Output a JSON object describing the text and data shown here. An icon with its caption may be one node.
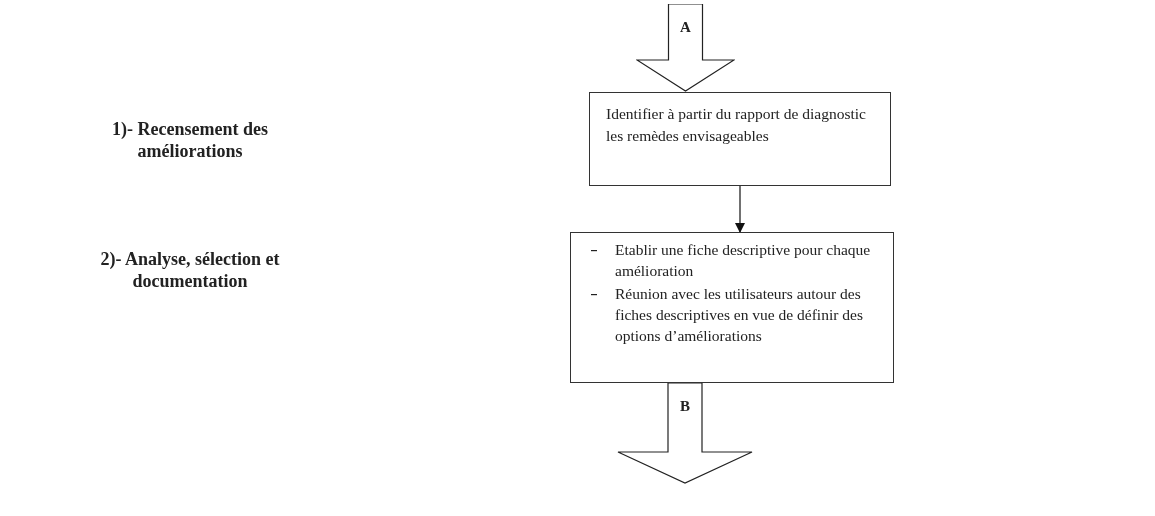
{
  "diagram": {
    "nodes": [
      {
        "text": [
          "A"
        ]
      },
      {
        "text": [
          "Identifier à partir du rapport de diagnostic les remèdes envisageables"
        ]
      },
      {
        "text": [
          "Etablir une fiche descriptive pour chaque amélioration",
          "Réunion avec les utilisateurs autour des fiches descriptives en vue de définir des options d’améliorations"
        ]
      },
      {
        "text": [
          "B"
        ]
      }
    ],
    "edges": [
      {
        "from": 1,
        "to": 2,
        "arrow": "to"
      }
    ],
    "labels": [
      "1)- Recensement des améliorations",
      "2)- Analyse, sélection et documentation"
    ]
  }
}
